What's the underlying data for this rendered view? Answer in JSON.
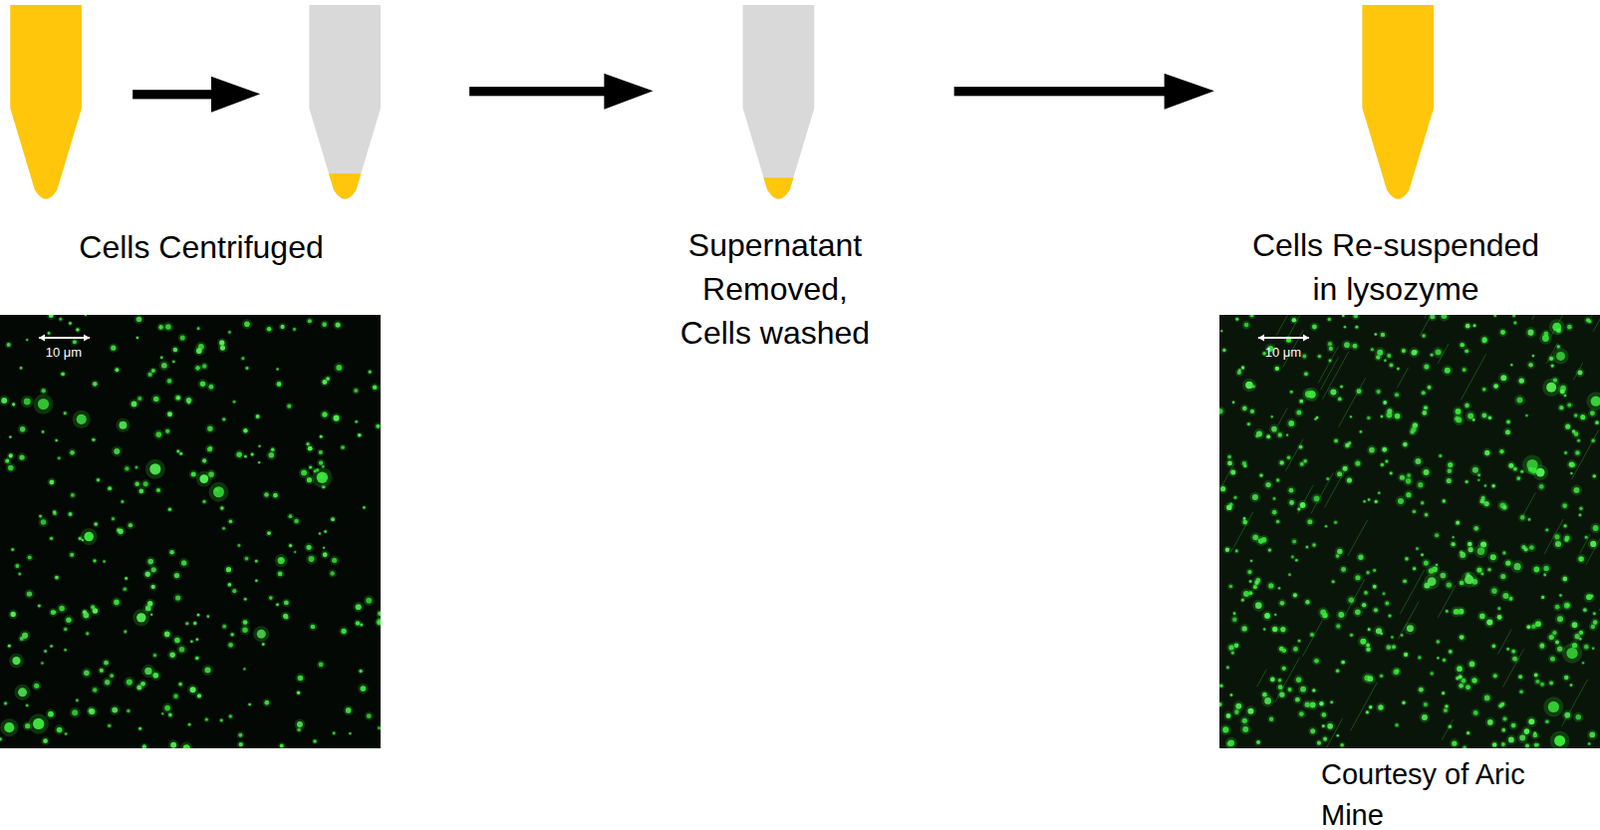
{
  "diagram": {
    "nodes": [
      {
        "text": [
          "10 μm"
        ]
      },
      {
        "text": [
          "10 μm"
        ]
      }
    ],
    "labels": [
      "Cells Centrifuged",
      "Supernatant Removed, Cells washed",
      "Cells Re-suspended in lysozyme",
      "Courtesy of Aric Mine"
    ]
  }
}
